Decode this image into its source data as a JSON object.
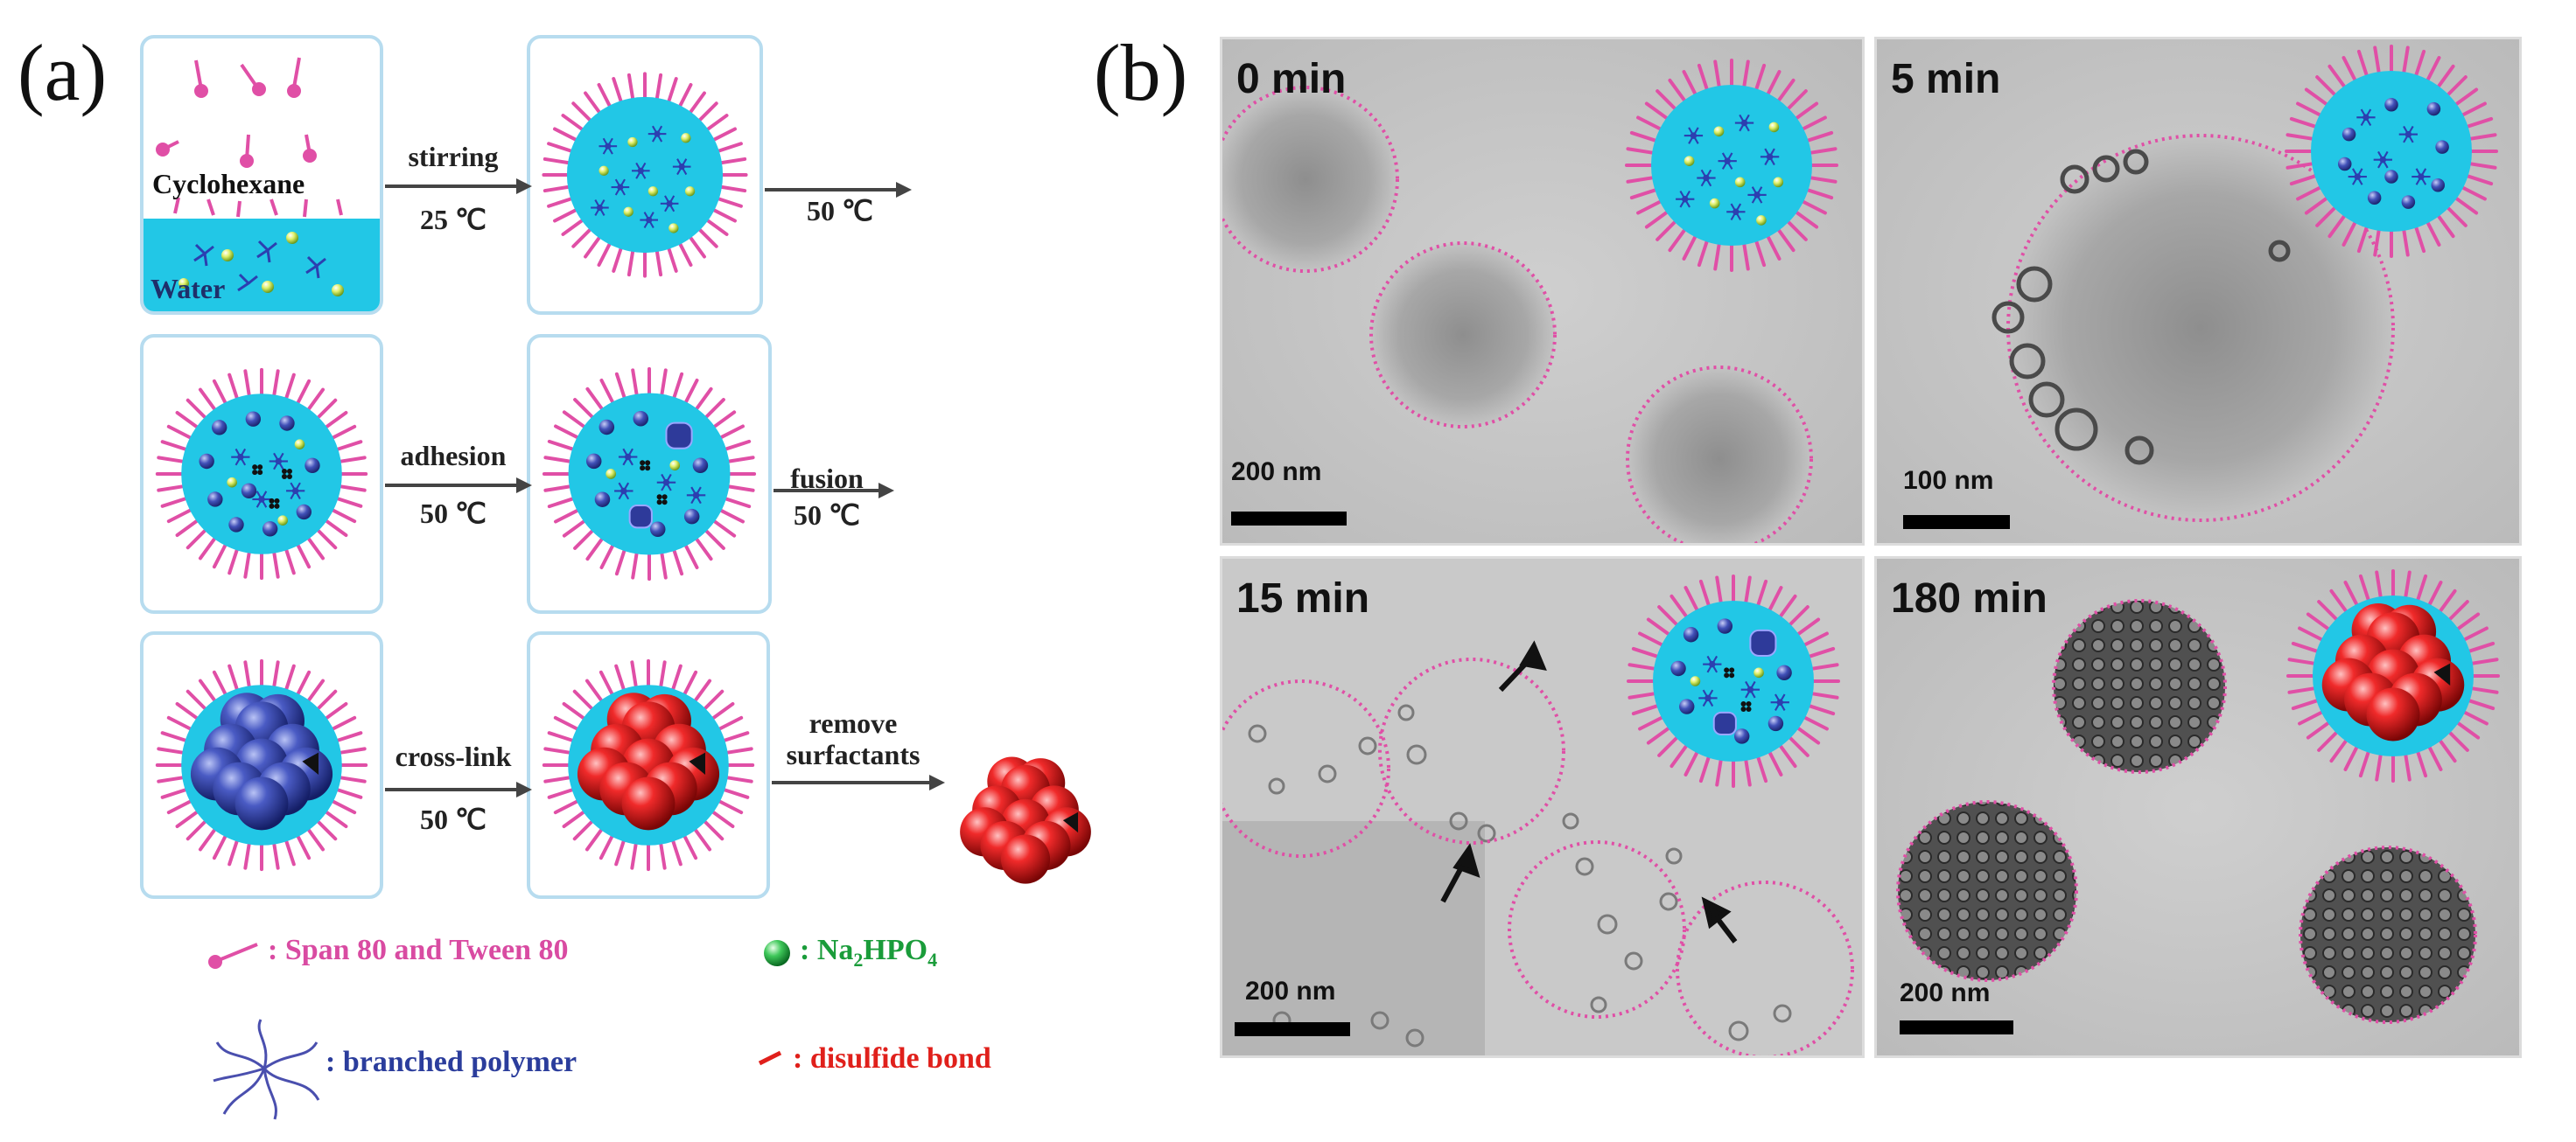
{
  "panel_a": {
    "label": "(a)",
    "box1": {
      "solvent_label": "Cyclohexane",
      "water_label": "Water"
    },
    "steps": [
      {
        "action": "stirring",
        "temp": "25 ℃"
      },
      {
        "action": "",
        "temp": "50 ℃"
      },
      {
        "action": "adhesion",
        "temp": "50 ℃"
      },
      {
        "action": "fusion",
        "temp": "50 ℃"
      },
      {
        "action": "cross-link",
        "temp": "50 ℃"
      },
      {
        "action": "remove",
        "temp": "surfactants"
      }
    ],
    "legend": {
      "surfactant": ": Span 80 and Tween 80",
      "salt_prefix": ": Na",
      "salt_sub1": "2",
      "salt_mid": "HPO",
      "salt_sub2": "4",
      "polymer": ": branched polymer",
      "disulfide": ": disulfide bond"
    },
    "colors": {
      "cyan": "#22c7e6",
      "surfactant_pink": "#e04fa6",
      "legend_pink": "#d94ba2",
      "legend_green": "#1a9c3a",
      "legend_blue": "#2b3d9c",
      "legend_red": "#e0201b"
    }
  },
  "panel_b": {
    "label": "(b)",
    "panels": [
      {
        "time": "0 min",
        "scale": "200 nm"
      },
      {
        "time": "5 min",
        "scale": "100 nm"
      },
      {
        "time": "15 min",
        "scale": "200 nm"
      },
      {
        "time": "180 min",
        "scale": "200 nm"
      }
    ]
  }
}
